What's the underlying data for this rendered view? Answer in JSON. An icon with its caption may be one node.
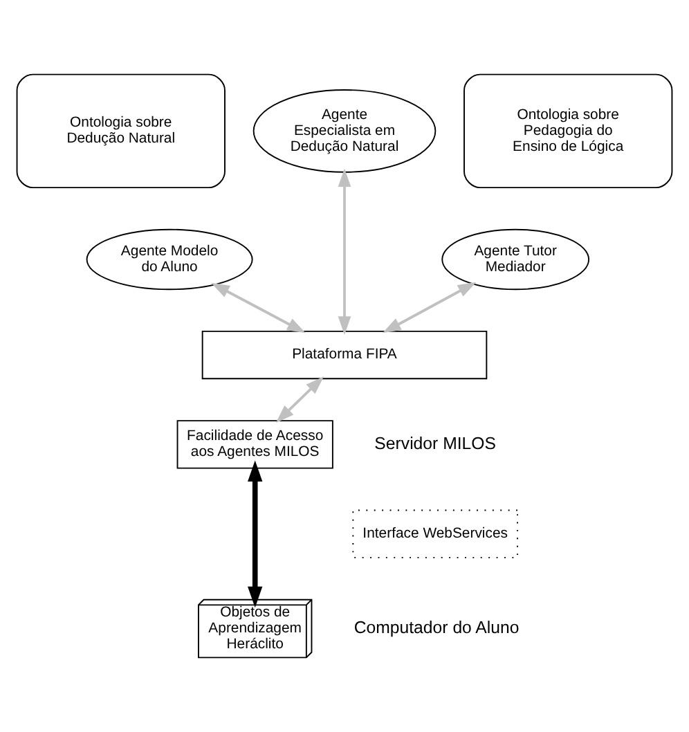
{
  "diagram": {
    "nodes": [
      {
        "text": [
          "Ontologia sobre Dedução Natural"
        ]
      },
      {
        "text": [
          "Agente Especialista em Dedução Natural"
        ]
      },
      {
        "text": [
          "Ontologia sobre Pedagogia do Ensino de Lógica"
        ]
      },
      {
        "text": [
          "Agente Modelo do Aluno"
        ]
      },
      {
        "text": [
          "Agente Tutor Mediador"
        ]
      },
      {
        "text": [
          "Plataforma FIPA"
        ]
      },
      {
        "text": [
          "Facilidade de Acesso aos Agentes MILOS"
        ]
      },
      {
        "text": [
          "Interface WebServices"
        ]
      },
      {
        "text": [
          "Objetos de Aprendizagem Heráclito"
        ]
      }
    ],
    "edges": [
      {
        "from": 3,
        "to": 5,
        "arrow": "both"
      },
      {
        "from": 1,
        "to": 5,
        "arrow": "both"
      },
      {
        "from": 4,
        "to": 5,
        "arrow": "both"
      },
      {
        "from": 5,
        "to": 6,
        "arrow": "both"
      },
      {
        "from": 6,
        "to": 8,
        "arrow": "both",
        "style": "thick",
        "color": "#000000"
      }
    ],
    "labels": [
      "Servidor MILOS",
      "Computador do Aluno"
    ]
  }
}
